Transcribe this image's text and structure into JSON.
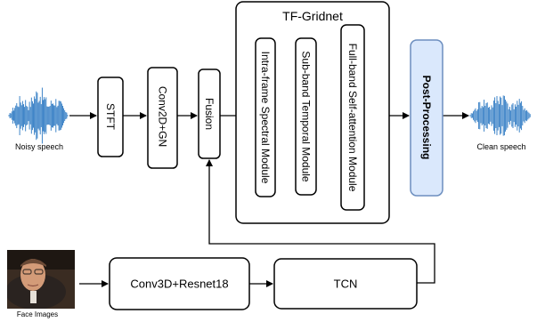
{
  "input": {
    "label": "Noisy speech"
  },
  "output": {
    "label": "Clean speech"
  },
  "visual": {
    "label": "Face Images"
  },
  "blocks": {
    "stft": "STFT",
    "conv2d": "Conv2D+GN",
    "fusion": "Fusion",
    "conv3d": "Conv3D+Resnet18",
    "tcn": "TCN",
    "post": "Post-Processing"
  },
  "gridnet": {
    "title": "TF-Gridnet",
    "modules": [
      "Intra-frame Spectral Module",
      "Sub-band Temporal Module",
      "Full-band Self-attention Module"
    ]
  },
  "colors": {
    "wave": "#2b78c2",
    "post_fill": "#dae8fc",
    "post_stroke": "#6c8ebf"
  },
  "icons": {
    "face": "face-photo"
  }
}
